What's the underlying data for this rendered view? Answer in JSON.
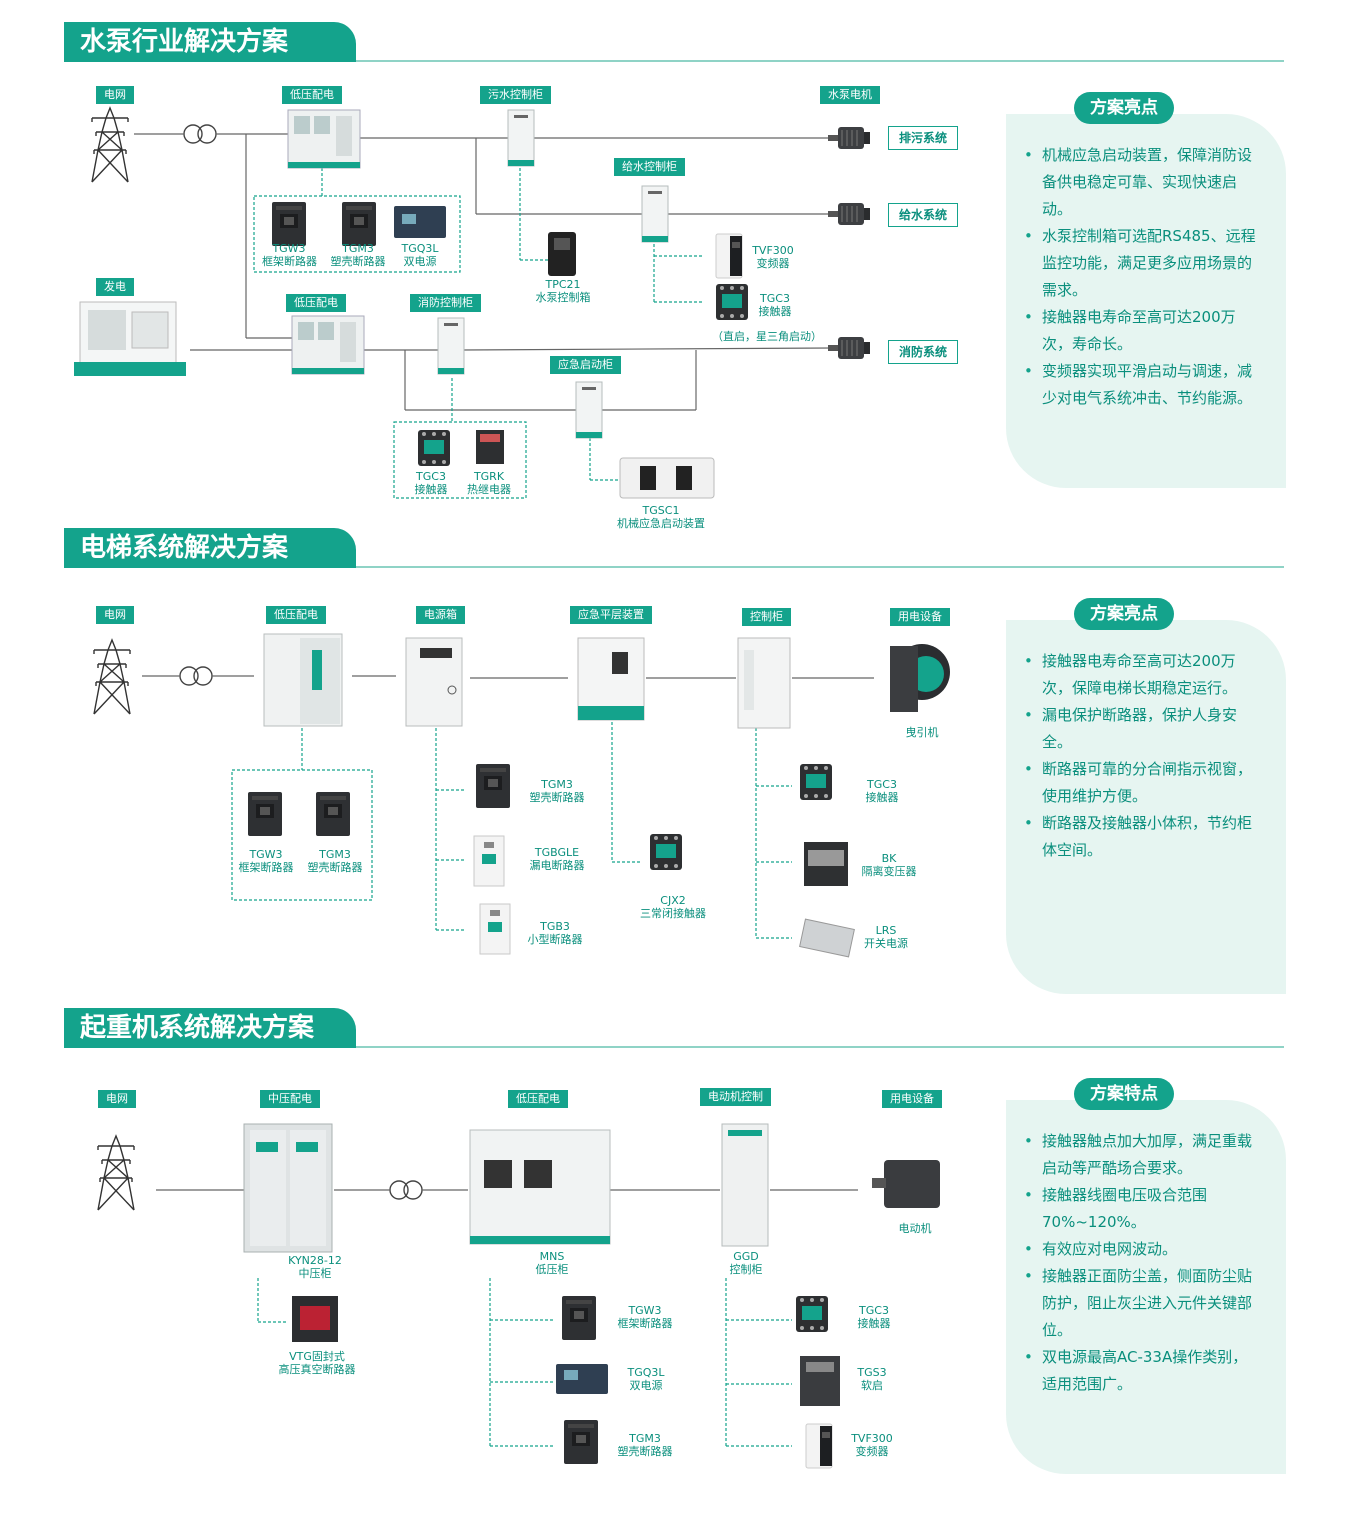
{
  "colors": {
    "accent": "#14a38c",
    "text": "#0a8f7d",
    "panel_bg": "#e6f5f1",
    "line": "#777777"
  },
  "pump": {
    "title": "水泵行业解决方案",
    "tags": {
      "grid": "电网",
      "lv1": "低压配电",
      "sewage": "污水控制柜",
      "motor": "水泵电机",
      "water": "给水控制柜",
      "gen": "发电",
      "lv2": "低压配电",
      "fire": "消防控制柜",
      "emergency": "应急启动柜"
    },
    "systems": {
      "drain": "排污系统",
      "supply": "给水系统",
      "fire": "消防系统"
    },
    "devices": {
      "tgw3": [
        "TGW3",
        "框架断路器"
      ],
      "tgm3": [
        "TGM3",
        "塑壳断路器"
      ],
      "tgq3l": [
        "TGQ3L",
        "双电源"
      ],
      "tpc21": [
        "TPC21",
        "水泵控制箱"
      ],
      "tvf300": [
        "TVF300",
        "变频器"
      ],
      "tgc3": [
        "TGC3",
        "接触器"
      ],
      "tgc3b": [
        "TGC3",
        "接触器"
      ],
      "tgrk": [
        "TGRK",
        "热继电器"
      ],
      "tgsc1": [
        "TGSC1",
        "机械应急启动装置"
      ]
    },
    "start_note": "（直启，星三角启动）",
    "panel_title": "方案亮点",
    "points": [
      "机械应急启动装置，保障消防设备供电稳定可靠、实现快速启动。",
      "水泵控制箱可选配RS485、远程监控功能，满足更多应用场景的需求。",
      "接触器电寿命至高可达200万次，寿命长。",
      "变频器实现平滑启动与调速，减少对电气系统冲击、节约能源。"
    ]
  },
  "elevator": {
    "title": "电梯系统解决方案",
    "tags": {
      "grid": "电网",
      "lv": "低压配电",
      "power": "电源箱",
      "leveling": "应急平层装置",
      "control": "控制柜",
      "equip": "用电设备"
    },
    "devices": {
      "tgw3": [
        "TGW3",
        "框架断路器"
      ],
      "tgm3": [
        "TGM3",
        "塑壳断路器"
      ],
      "tgm3b": [
        "TGM3",
        "塑壳断路器"
      ],
      "tgbgle": [
        "TGBGLE",
        "漏电断路器"
      ],
      "tgb3": [
        "TGB3",
        "小型断路器"
      ],
      "cjx2": [
        "CJX2",
        "三常闭接触器"
      ],
      "tgc3": [
        "TGC3",
        "接触器"
      ],
      "bk": [
        "BK",
        "隔离变压器"
      ],
      "lrs": [
        "LRS",
        "开关电源"
      ]
    },
    "traction": "曳引机",
    "panel_title": "方案亮点",
    "points": [
      "接触器电寿命至高可达200万次，保障电梯长期稳定运行。",
      "漏电保护断路器，保护人身安全。",
      "断路器可靠的分合闸指示视窗，使用维护方便。",
      "断路器及接触器小体积，节约柜体空间。"
    ]
  },
  "crane": {
    "title": "起重机系统解决方案",
    "tags": {
      "grid": "电网",
      "mv": "中压配电",
      "lv": "低压配电",
      "motorctl": "电动机控制",
      "equip": "用电设备"
    },
    "devices": {
      "kyn": [
        "KYN28-12",
        "中压柜"
      ],
      "vtg": [
        "VTG固封式",
        "高压真空断路器"
      ],
      "mns": [
        "MNS",
        "低压柜"
      ],
      "ggd": [
        "GGD",
        "控制柜"
      ],
      "tgw3": [
        "TGW3",
        "框架断路器"
      ],
      "tgq3l": [
        "TGQ3L",
        "双电源"
      ],
      "tgm3": [
        "TGM3",
        "塑壳断路器"
      ],
      "tgc3": [
        "TGC3",
        "接触器"
      ],
      "tgs3": [
        "TGS3",
        "软启"
      ],
      "tvf300": [
        "TVF300",
        "变频器"
      ]
    },
    "motor": "电动机",
    "panel_title": "方案特点",
    "points": [
      "接触器触点加大加厚，满足重载启动等严酷场合要求。",
      "接触器线圈电压吸合范围70%~120%。",
      "有效应对电网波动。",
      "接触器正面防尘盖，侧面防尘贴防护，阻止灰尘进入元件关键部位。",
      "双电源最高AC-33A操作类别，适用范围广。"
    ]
  }
}
